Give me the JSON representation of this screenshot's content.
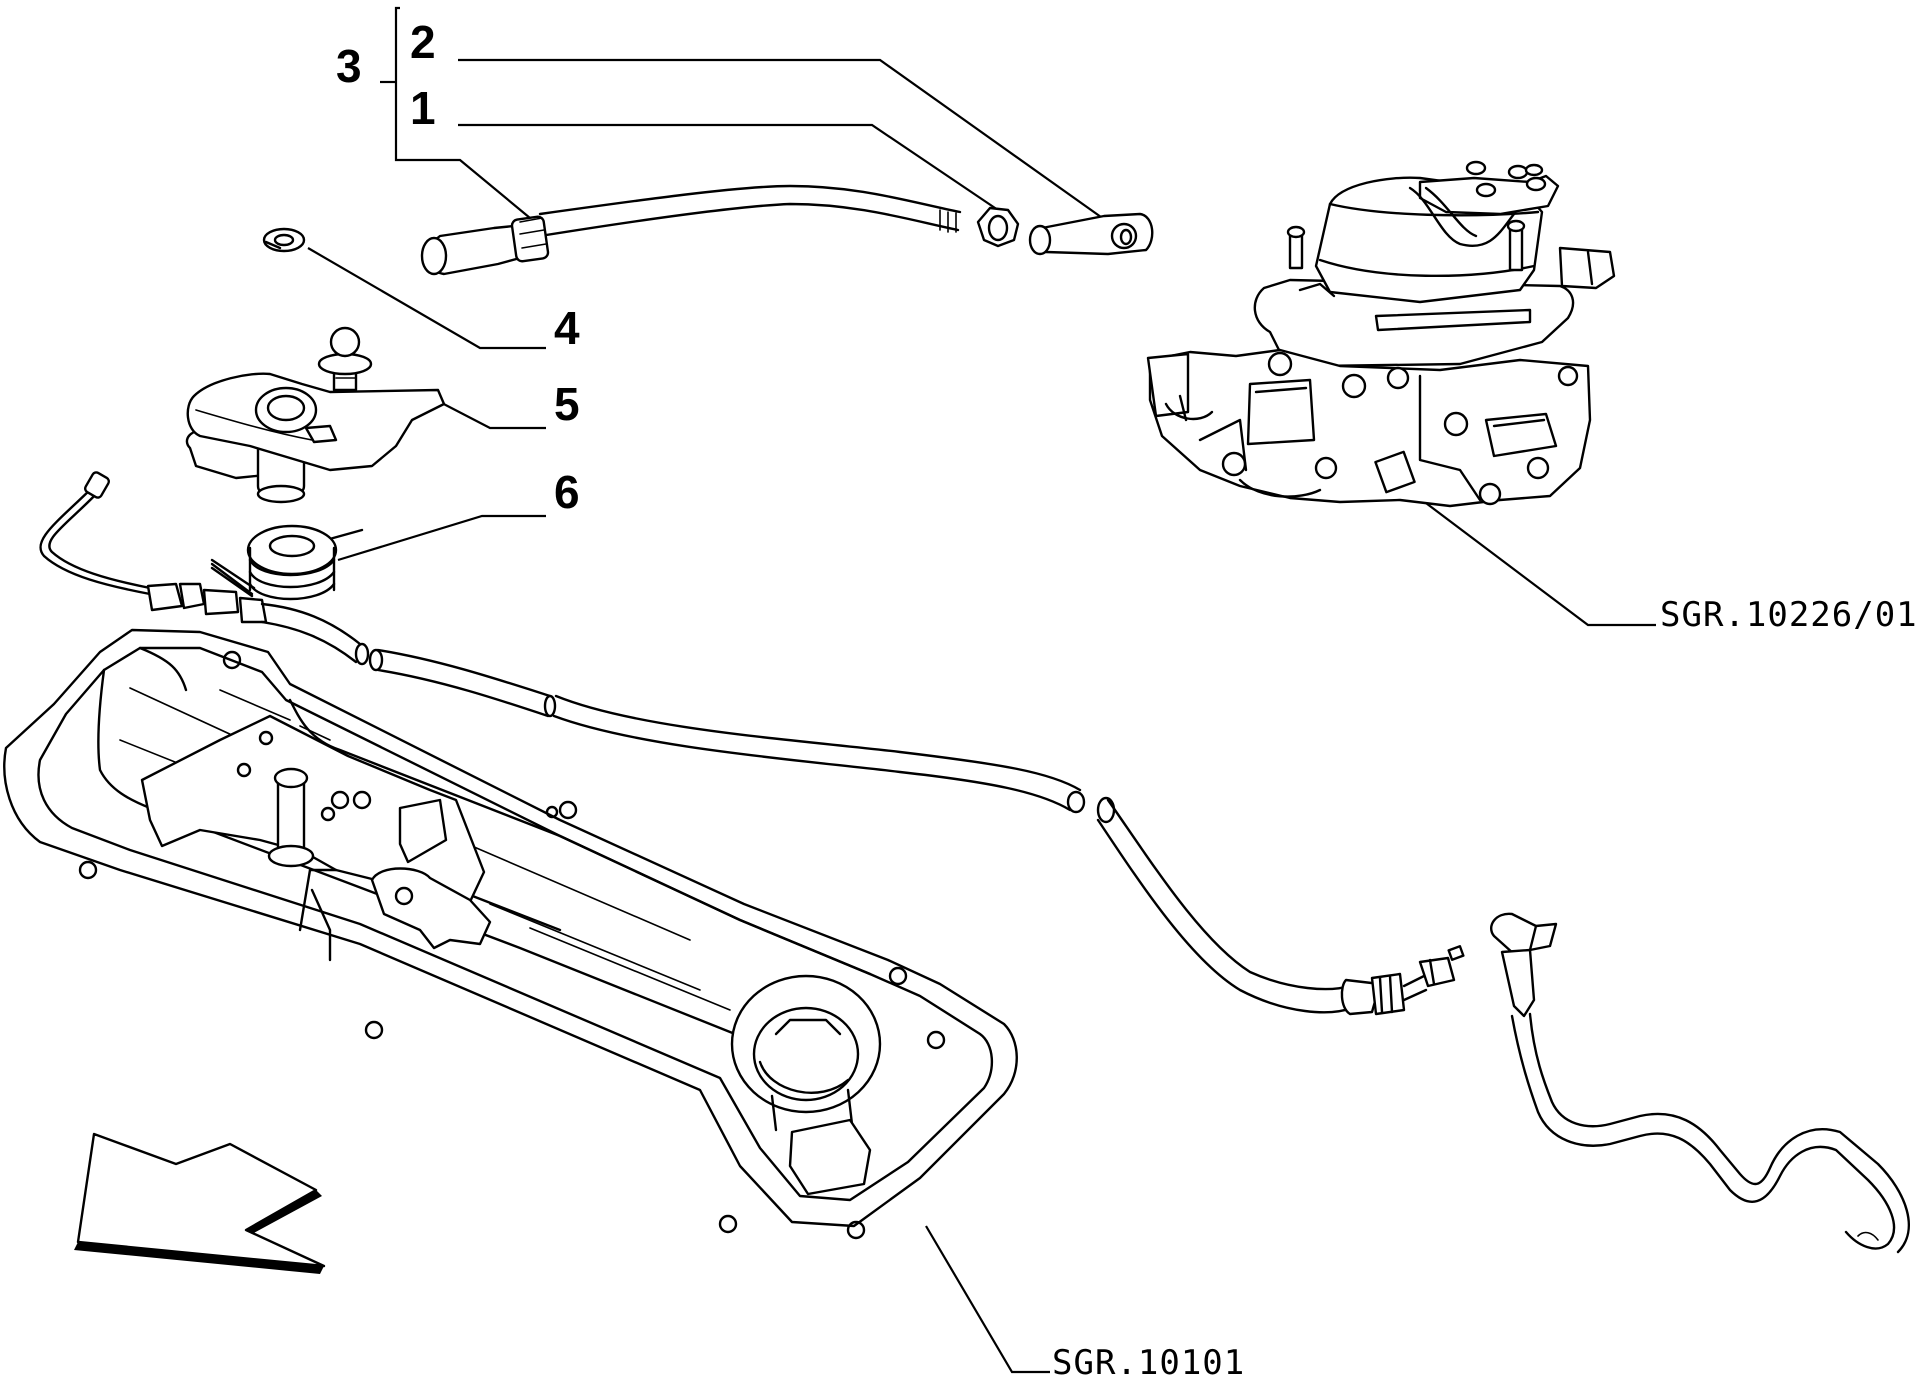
{
  "callouts": {
    "c1": "1",
    "c2": "2",
    "c3": "3",
    "c4": "4",
    "c5": "5",
    "c6": "6"
  },
  "references": {
    "carburetor": "SGR.10226/01",
    "valve_cover": "SGR.10101"
  },
  "colors": {
    "line": "#000000",
    "background": "#ffffff"
  }
}
